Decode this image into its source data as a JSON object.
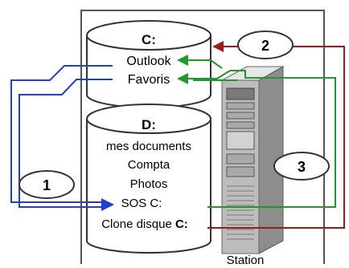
{
  "drive_c": {
    "title": "C:",
    "items": [
      "Outlook",
      "Favoris"
    ]
  },
  "drive_d": {
    "title": "D:",
    "items": [
      "mes documents",
      "Compta",
      "Photos",
      "SOS C:"
    ],
    "clone_prefix": "Clone disque ",
    "clone_drive": "C:"
  },
  "station_label": "Station",
  "callouts": [
    "1",
    "2",
    "3"
  ],
  "colors": {
    "blue_link": "#1f3fd1",
    "green_link": "#1f9a2a",
    "red_link": "#9b1b1b",
    "frame": "#555555",
    "disk_outline": "#333333"
  },
  "icons": {
    "computer_tower": "server-tower-icon"
  }
}
